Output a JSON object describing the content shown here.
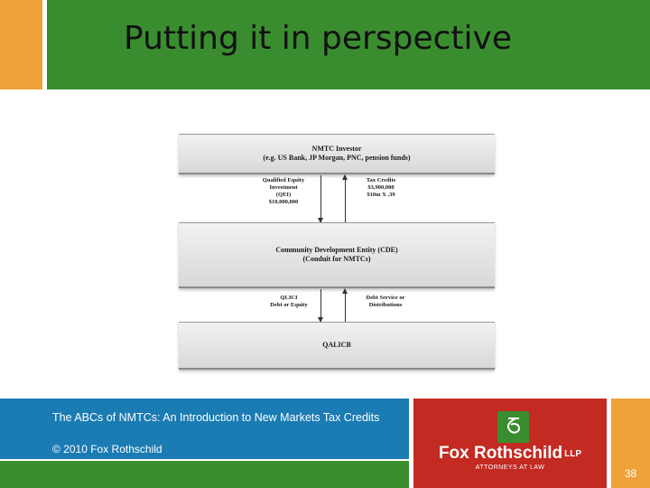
{
  "slide": {
    "title": "Putting it in perspective",
    "page_number": "38"
  },
  "diagram": {
    "investor": {
      "line1": "NMTC Investor",
      "line2": "(e.g. US Bank, JP Morgan, PNC, pension funds)"
    },
    "qei_label": [
      "Qualified Equity",
      "Investment",
      "(QEI)",
      "$10,000,000"
    ],
    "tax_credits_label": [
      "Tax Credits",
      "$3,900,000",
      "$10m X .39"
    ],
    "cde": {
      "line1": "Community Development Entity (CDE)",
      "line2": "(Conduit for NMTCs)"
    },
    "qlici_label": [
      "QLICI",
      "Debt or Equity"
    ],
    "debt_service_label": [
      "Debt Service or",
      "Distributions"
    ],
    "qalicb": "QALICB"
  },
  "footer": {
    "presentation_title": "The ABCs of NMTCs: An Introduction to New Markets Tax Credits",
    "copyright": "© 2010 Fox Rothschild",
    "logo_name": "Fox Rothschild",
    "logo_llp": "LLP",
    "logo_subtitle": "ATTORNEYS AT LAW"
  },
  "colors": {
    "green": "#3a8d2f",
    "orange": "#f0a23a",
    "blue": "#1b7bb3",
    "red": "#c32a22"
  }
}
